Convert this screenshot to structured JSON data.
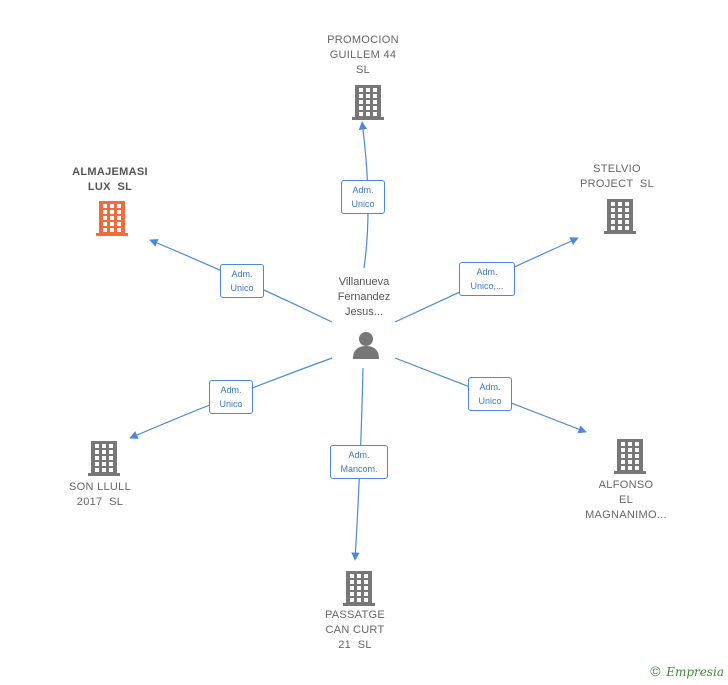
{
  "center": {
    "name_lines": [
      "Villanueva",
      "Fernandez",
      "Jesus..."
    ],
    "icon": "person-icon"
  },
  "companies": [
    {
      "id": "promocion",
      "lines": [
        "PROMOCION",
        "GUILLEM 44",
        "SL"
      ],
      "role_lines": [
        "Adm.",
        "Unico"
      ],
      "highlight": false
    },
    {
      "id": "stelvio",
      "lines": [
        "STELVIO",
        "PROJECT  SL"
      ],
      "role_lines": [
        "Adm.",
        "Unico,..."
      ],
      "highlight": false
    },
    {
      "id": "alfonso",
      "lines": [
        "ALFONSO",
        "EL",
        "MAGNANIMO..."
      ],
      "role_lines": [
        "Adm.",
        "Unico"
      ],
      "highlight": false
    },
    {
      "id": "passatge",
      "lines": [
        "PASSATGE",
        "CAN CURT",
        "21  SL"
      ],
      "role_lines": [
        "Adm.",
        "Mancom."
      ],
      "highlight": false
    },
    {
      "id": "sonllull",
      "lines": [
        "SON LLULL",
        "2017  SL"
      ],
      "role_lines": [
        "Adm.",
        "Unico"
      ],
      "highlight": false
    },
    {
      "id": "almajemasi",
      "lines": [
        "ALMAJEMASI",
        "LUX  SL"
      ],
      "role_lines": [
        "Adm.",
        "Unico"
      ],
      "highlight": true
    }
  ],
  "colors": {
    "edge": "#4a8ad6",
    "building_default": "#777777",
    "building_highlight": "#f26b3a",
    "person": "#777777"
  },
  "footer": {
    "copyright": "©",
    "brand": "Empresia"
  }
}
